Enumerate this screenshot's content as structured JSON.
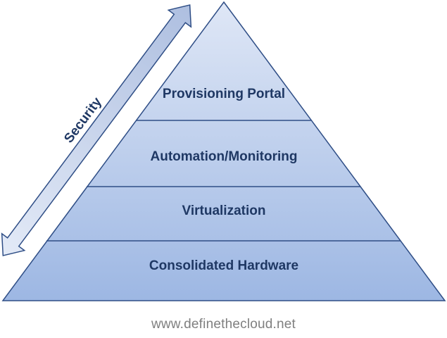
{
  "diagram": {
    "layers": [
      {
        "id": "provisioning-portal",
        "label": "Provisioning Portal"
      },
      {
        "id": "automation-monitoring",
        "label": "Automation/Monitoring"
      },
      {
        "id": "virtualization",
        "label": "Virtualization"
      },
      {
        "id": "consolidated-hardware",
        "label": "Consolidated Hardware"
      }
    ],
    "side_arrow": {
      "label": "Security"
    }
  },
  "footer": {
    "url": "www.definethecloud.net"
  },
  "colors": {
    "pyramid_top": "#dfe7f6",
    "pyramid_bottom": "#9db7e3",
    "outline": "#2f4e86",
    "text": "#1f3864",
    "arrow_fill_light": "#e3eaf7",
    "arrow_fill_dark": "#aebfe0",
    "footer_text": "#7f7f7f"
  }
}
